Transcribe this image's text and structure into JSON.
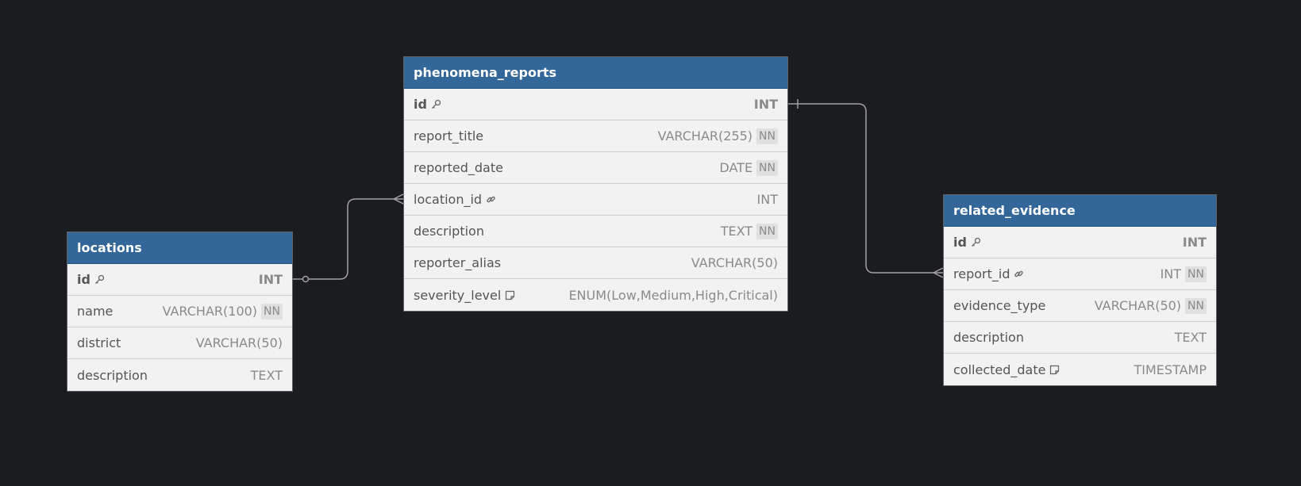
{
  "tables": [
    {
      "name": "phenomena_reports",
      "columns": [
        {
          "name": "id",
          "type": "INT",
          "nn": false,
          "pk": true,
          "icon": "key-icon"
        },
        {
          "name": "report_title",
          "type": "VARCHAR(255)",
          "nn": true,
          "pk": false,
          "icon": ""
        },
        {
          "name": "reported_date",
          "type": "DATE",
          "nn": true,
          "pk": false,
          "icon": ""
        },
        {
          "name": "location_id",
          "type": "INT",
          "nn": false,
          "pk": false,
          "icon": "link-icon"
        },
        {
          "name": "description",
          "type": "TEXT",
          "nn": true,
          "pk": false,
          "icon": ""
        },
        {
          "name": "reporter_alias",
          "type": "VARCHAR(50)",
          "nn": false,
          "pk": false,
          "icon": ""
        },
        {
          "name": "severity_level",
          "type": "ENUM(Low,Medium,High,Critical)",
          "nn": false,
          "pk": false,
          "icon": "note-icon"
        }
      ]
    },
    {
      "name": "locations",
      "columns": [
        {
          "name": "id",
          "type": "INT",
          "nn": false,
          "pk": true,
          "icon": "key-icon"
        },
        {
          "name": "name",
          "type": "VARCHAR(100)",
          "nn": true,
          "pk": false,
          "icon": ""
        },
        {
          "name": "district",
          "type": "VARCHAR(50)",
          "nn": false,
          "pk": false,
          "icon": ""
        },
        {
          "name": "description",
          "type": "TEXT",
          "nn": false,
          "pk": false,
          "icon": ""
        }
      ]
    },
    {
      "name": "related_evidence",
      "columns": [
        {
          "name": "id",
          "type": "INT",
          "nn": false,
          "pk": true,
          "icon": "key-icon"
        },
        {
          "name": "report_id",
          "type": "INT",
          "nn": true,
          "pk": false,
          "icon": "link-icon"
        },
        {
          "name": "evidence_type",
          "type": "VARCHAR(50)",
          "nn": true,
          "pk": false,
          "icon": ""
        },
        {
          "name": "description",
          "type": "TEXT",
          "nn": false,
          "pk": false,
          "icon": ""
        },
        {
          "name": "collected_date",
          "type": "TIMESTAMP",
          "nn": false,
          "pk": false,
          "icon": "note-icon"
        }
      ]
    }
  ],
  "nn_label": "NN",
  "relations": [
    {
      "from": "locations.id",
      "to": "phenomena_reports.location_id",
      "from_end": "zero-or-one",
      "to_end": "many"
    },
    {
      "from": "phenomena_reports.id",
      "to": "related_evidence.report_id",
      "from_end": "one",
      "to_end": "many"
    }
  ],
  "colors": {
    "background": "#1b1c1f",
    "header": "#336699",
    "body": "#f2f2f2",
    "connector": "#a0a0a0"
  }
}
